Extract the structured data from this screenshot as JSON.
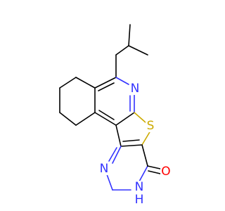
{
  "molecule": {
    "atoms": {
      "n_pyridine": {
        "symbol": "N",
        "color": "#3333ff"
      },
      "s_thiophene": {
        "symbol": "S",
        "color": "#ccaa00"
      },
      "n_pyrimidine": {
        "symbol": "N",
        "color": "#3333ff"
      },
      "nh_pyrimidine": {
        "symbol": "N",
        "color": "#3333ff"
      },
      "h_on_n": {
        "symbol": "H",
        "color": "#3333ff"
      },
      "o_carbonyl": {
        "symbol": "O",
        "color": "#ff0000"
      }
    }
  }
}
